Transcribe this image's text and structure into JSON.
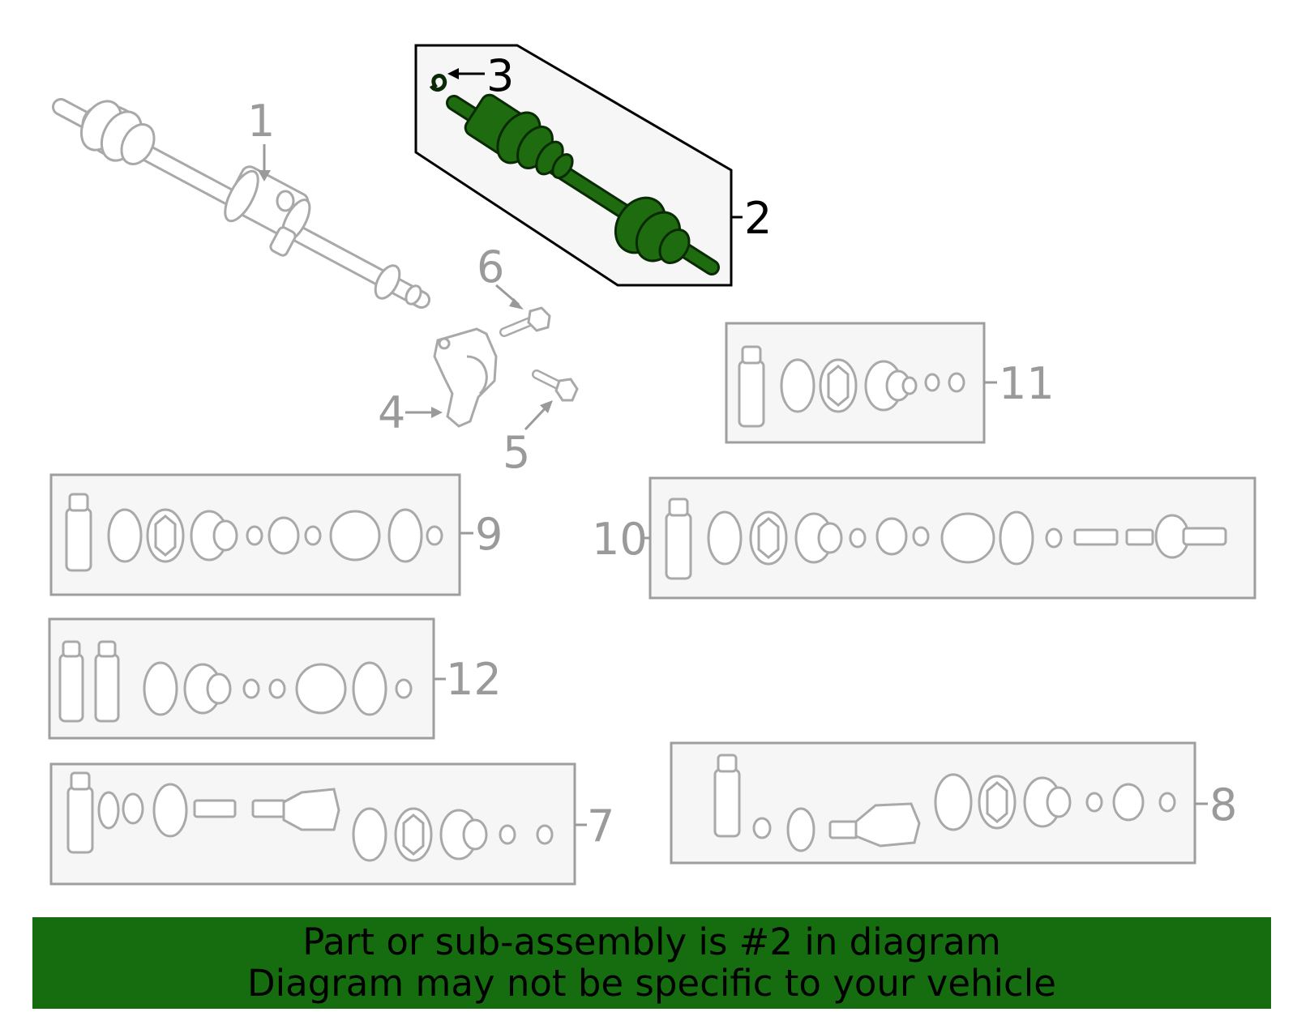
{
  "callouts": {
    "c1": "1",
    "c2": "2",
    "c3": "3",
    "c4": "4",
    "c5": "5",
    "c6": "6",
    "c7": "7",
    "c8": "8",
    "c9": "9",
    "c10": "10",
    "c11": "11",
    "c12": "12"
  },
  "highlight_color": "#1e6b10",
  "banner": {
    "line1": "Part or sub-assembly is #2 in diagram",
    "line2": "Diagram may not be specific to your vehicle",
    "background": "#156d0f"
  }
}
